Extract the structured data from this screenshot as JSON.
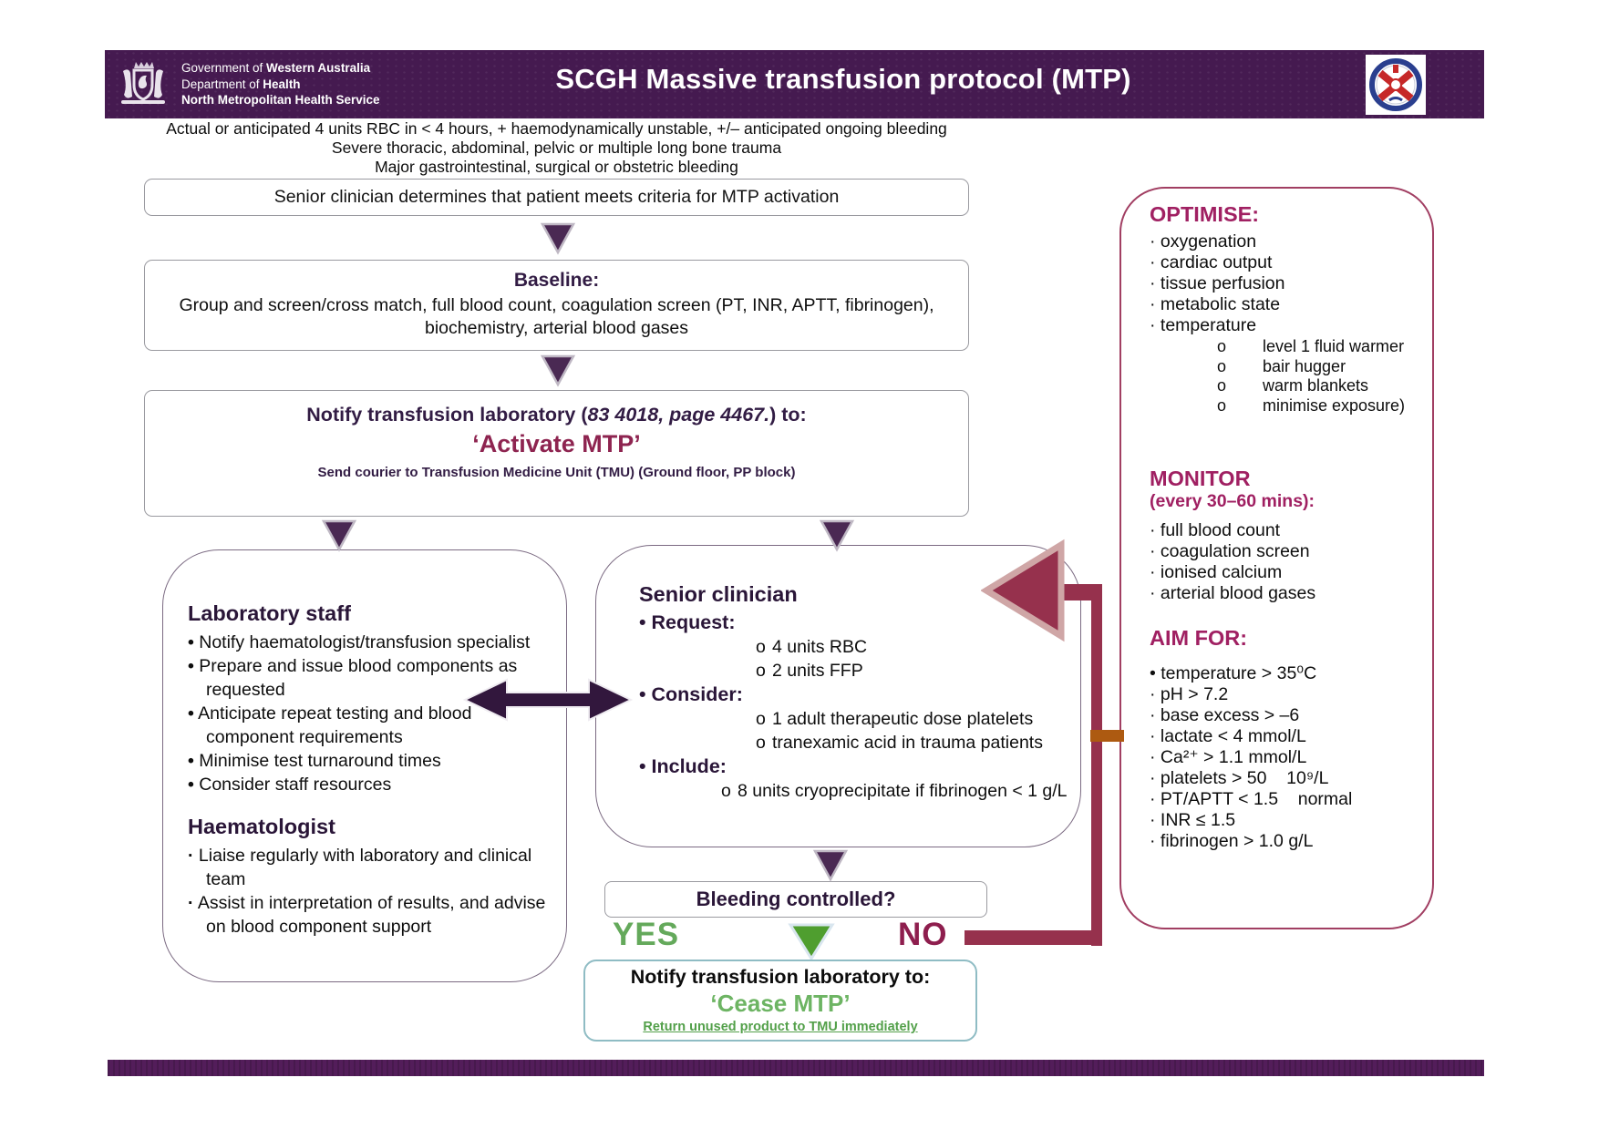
{
  "header": {
    "gov": {
      "line1_normal": "Government of ",
      "line1_bold": "Western Australia",
      "line2_normal": "Department of ",
      "line2_bold": "Health",
      "line3_bold": "North Metropolitan Health Service"
    },
    "title": "SCGH Massive transfusion protocol (MTP)"
  },
  "criteria": [
    "Actual or anticipated 4 units RBC in < 4 hours, + haemodynamically unstable, +/– anticipated ongoing bleeding",
    "Severe thoracic, abdominal, pelvic or multiple long bone trauma",
    "Major gastrointestinal, surgical or obstetric bleeding"
  ],
  "flow": {
    "step1": "Senior clinician determines that patient meets criteria for MTP activation",
    "baseline": {
      "title": "Baseline:",
      "body": "Group and screen/cross match, full blood count, coagulation screen (PT, INR, APTT, fibrinogen), biochemistry, arterial blood gases"
    },
    "activate": {
      "line1_prefix": "Notify transfusion laboratory (",
      "line1_phone": "83 4018, page 4467.",
      "line1_suffix": ") to:",
      "line2": "‘Activate MTP’",
      "line3": "Send courier to Transfusion Medicine Unit (TMU) (Ground floor, PP block)"
    },
    "lab": {
      "title": "Laboratory staff",
      "bullets": [
        "Notify haematologist/transfusion specialist",
        "Prepare and issue blood components as requested",
        "Anticipate repeat testing and blood component requirements",
        "Minimise test turnaround times",
        "Consider staff resources"
      ],
      "title2": "Haematologist",
      "bullets2": [
        "Liaise regularly with laboratory and clinical team",
        "Assist in interpretation of results, and advise on blood component support"
      ]
    },
    "senior": {
      "title": "Senior clinician",
      "request_label": "Request:",
      "request_items": [
        "4 units RBC",
        "2 units FFP"
      ],
      "consider_label": "Consider:",
      "consider_items": [
        "1 adult therapeutic dose platelets",
        "tranexamic acid in trauma patients"
      ],
      "include_label": "Include:",
      "include_items": [
        "8 units cryoprecipitate if fibrinogen < 1 g/L"
      ]
    },
    "bleeding_question": "Bleeding controlled?",
    "yes_label": "YES",
    "no_label": "NO",
    "cease": {
      "line1": "Notify transfusion laboratory to:",
      "line2": "‘Cease MTP’",
      "line3": "Return unused product to TMU immediately"
    }
  },
  "panel": {
    "optimise": {
      "title": "OPTIMISE:",
      "bullets": [
        "oxygenation",
        "cardiac output",
        "tissue perfusion",
        "metabolic state",
        "temperature"
      ],
      "sub_items": [
        "level 1 fluid warmer",
        "bair hugger",
        "warm blankets",
        "minimise exposure)"
      ]
    },
    "monitor": {
      "title": "MONITOR",
      "subtitle": "(every 30–60 mins):",
      "bullets": [
        "full blood count",
        "coagulation screen",
        "ionised calcium",
        "arterial blood gases"
      ]
    },
    "aim": {
      "title": "AIM FOR:",
      "bullets": [
        "temperature > 35⁰C",
        "pH > 7.2",
        "base excess > –6",
        "lactate < 4 mmol/L",
        "Ca²⁺ > 1.1 mmol/L",
        "platelets > 50    10⁹/L",
        "PT/APTT < 1.5    normal",
        "INR ≤ 1.5",
        "fibrinogen > 1.0 g/L"
      ]
    }
  },
  "markers": {
    "bullet": "•",
    "small_bullet": "·",
    "circle": "o"
  },
  "icons": [
    "wa-coat-of-arms-icon",
    "scgh-crest-icon",
    "flow-down-arrow-icon",
    "double-arrow-icon",
    "feedback-arrow-icon",
    "yes-down-arrow-icon"
  ],
  "colors": {
    "header_purple": "#451a50",
    "dark_purple_text": "#321c44",
    "maroon": "#8e2450",
    "panel_heading": "#a02062",
    "arrow_maroon": "#96314d",
    "arrow_outline": "#cfa6a6",
    "green_yes": "#64a95b",
    "green_triangle": "#4f9e2f",
    "green_cease": "#6db463",
    "brown_tick": "#ad5a11",
    "triangle_purple": "#4a2953"
  }
}
